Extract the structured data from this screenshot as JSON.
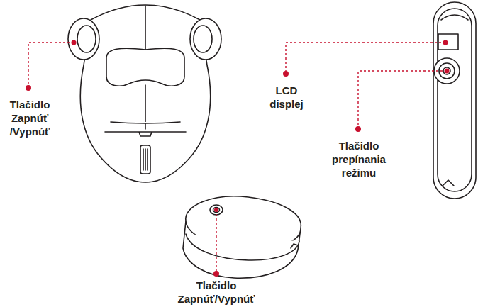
{
  "diagram": {
    "labels": [
      "Tlačidlo Zapnúť /Vypnúť",
      "LCD displej",
      "Tlačidlo prepínania režimu",
      "Tlačidlo Zapnúť/Vypnúť"
    ]
  }
}
